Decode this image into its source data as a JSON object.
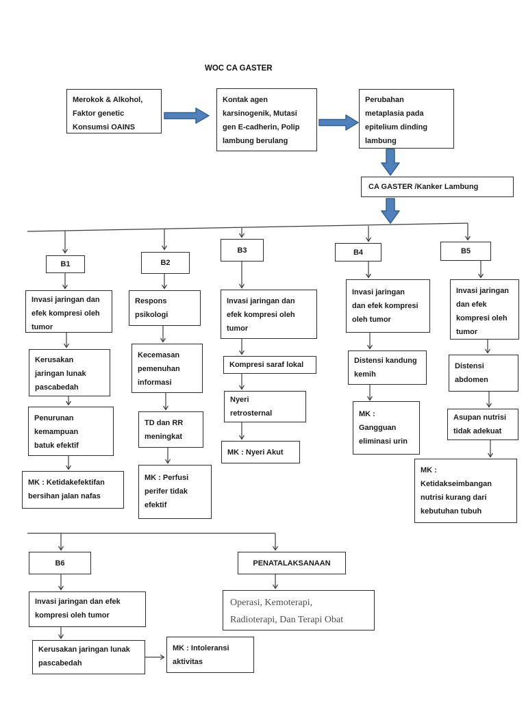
{
  "page": {
    "title": "WOC CA GASTER"
  },
  "colors": {
    "blue_arrow_fill": "#4f81bd",
    "blue_arrow_border": "#36618e",
    "box_border": "#2b2b2b",
    "connector": "#3a3a3a",
    "therapy_text": "#4d4d4d"
  },
  "nodes": {
    "risk": "Merokok & Alkohol,\nFaktor genetic\nKonsumsi OAINS",
    "contact": "Kontak agen\nkarsinogenik, Mutasi\ngen E-cadherin, Polip\nlambung berulang",
    "metaplasia": "Perubahan\nmetaplasia pada\nepitelium dinding\nlambung",
    "ca": "CA GASTER /Kanker Lambung",
    "b1": "B1",
    "b2": "B2",
    "b3": "B3",
    "b4": "B4",
    "b5": "B5",
    "b6": "B6",
    "b1_invasi": "Invasi jaringan dan\nefek kompresi oleh\ntumor",
    "b1_kerusakan": "Kerusakan\njaringan lunak\npascabedah",
    "b1_penurunan": "Penurunan\nkemampuan\nbatuk efektif",
    "b1_mk": "MK : Ketidakefektifan\nbersihan jalan nafas",
    "b2_respons": "Respons\npsikologi",
    "b2_kecemasan": "Kecemasan\npemenuhan\ninformasi",
    "b2_td": "TD dan RR\nmeningkat",
    "b2_mk": "MK : Perfusi\nperifer tidak\nefektif",
    "b3_invasi": "Invasi jaringan dan\nefek kompresi oleh\ntumor",
    "b3_kompresi": "Kompresi saraf lokal",
    "b3_nyeri": "Nyeri\nretrosternal",
    "b3_mk": "MK : Nyeri Akut",
    "b4_invasi": "Invasi jaringan\ndan efek kompresi\noleh tumor",
    "b4_distensi": "Distensi kandung\nkemih",
    "b4_mk": "MK :\nGangguan\neliminasi urin",
    "b5_invasi": "Invasi jaringan\ndan efek\nkompresi oleh\ntumor",
    "b5_distensi": "Distensi\nabdomen",
    "b5_asupan": "Asupan nutrisi\ntidak adekuat",
    "b5_mk": "MK :\nKetidakseimbangan\nnutrisi kurang dari\nkebutuhan tubuh",
    "penatalaksanaan": "PENATALAKSANAAN",
    "terapi": "Operasi, Kemoterapi,\nRadioterapi, Dan Terapi Obat",
    "b6_invasi": "Invasi jaringan dan efek\nkompresi oleh tumor",
    "b6_kerusakan": "Kerusakan jaringan lunak\npascabedah",
    "b6_mk": "MK : Intoleransi\naktivitas"
  }
}
